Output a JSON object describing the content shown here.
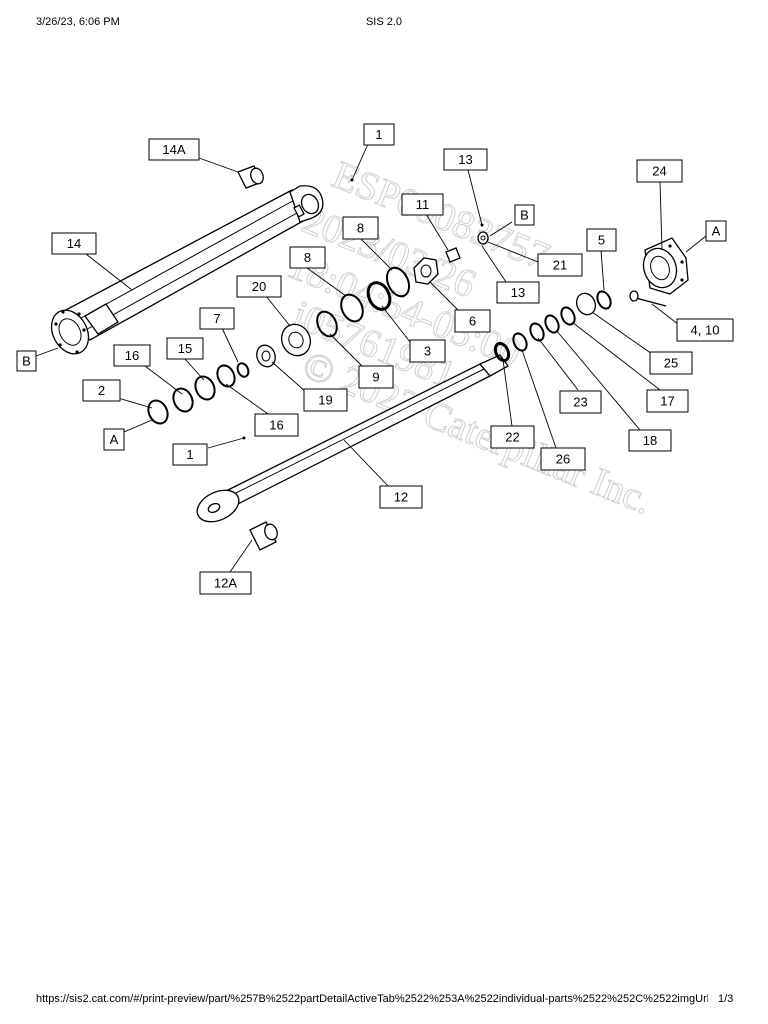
{
  "header": {
    "datetime": "3/26/23, 6:06 PM",
    "title": "SIS 2.0"
  },
  "footer": {
    "url": "https://sis2.cat.com/#/print-preview/part/%257B%2522partDetailActiveTab%2522%253A%2522individual-parts%2522%252C%2522imgUrls%252…",
    "page": "1/3"
  },
  "watermark": {
    "line1": "ESP00083757",
    "line2": "2023/03/26",
    "line3": "18:04:54-05:00",
    "line4": "i05761981",
    "line5": "© 2023 Caterpillar Inc."
  },
  "callouts": {
    "c14A": "14A",
    "c1_top": "1",
    "c13_top": "13",
    "cB_top": "B",
    "c24": "24",
    "cA_right": "A",
    "c14": "14",
    "c11": "11",
    "c8a": "8",
    "c8b": "8",
    "c21": "21",
    "c5": "5",
    "c13_mid": "13",
    "c20": "20",
    "c4_10": "4, 10",
    "c6": "6",
    "c7": "7",
    "c3": "3",
    "cB_left": "B",
    "c16a": "16",
    "c15": "15",
    "c9": "9",
    "c25": "25",
    "c2": "2",
    "c19": "19",
    "c23": "23",
    "c17": "17",
    "c16b": "16",
    "cA_left": "A",
    "c22": "22",
    "c18": "18",
    "c1_bottom": "1",
    "c26": "26",
    "c12": "12",
    "c12A": "12A"
  }
}
